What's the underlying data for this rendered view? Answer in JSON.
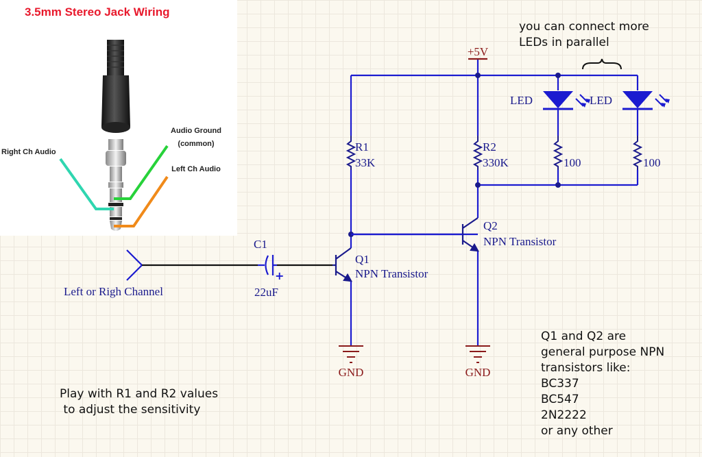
{
  "jack": {
    "title": "3.5mm Stereo Jack Wiring",
    "ground_label": "Audio Ground",
    "ground_sub": "(common)",
    "right_label": "Right Ch Audio",
    "left_label": "Left Ch Audio"
  },
  "colors": {
    "wire": "#1b1bd0",
    "label": "#8a1a1a",
    "part": "#1a1a8c",
    "title": "#e8192c",
    "right_wire": "#2fd6b0",
    "ground_wire": "#27d23a",
    "left_wire": "#f08a1a"
  },
  "schematic": {
    "supply": "+5V",
    "input_label": "Left or Righ Channel",
    "c1": {
      "ref": "C1",
      "value": "22uF",
      "polarity": "+"
    },
    "r1": {
      "ref": "R1",
      "value": "33K"
    },
    "r2": {
      "ref": "R2",
      "value": "330K"
    },
    "q1": {
      "ref": "Q1",
      "type": "NPN Transistor"
    },
    "q2": {
      "ref": "Q2",
      "type": "NPN Transistor"
    },
    "led1": {
      "label": "LED",
      "resistor": "100"
    },
    "led2": {
      "label": "LED",
      "resistor": "100"
    },
    "gnd1": "GND",
    "gnd2": "GND"
  },
  "notes": {
    "parallel": [
      "you can connect more",
      "LEDs in parallel"
    ],
    "sensitivity": [
      "Play with R1 and R2 values",
      " to adjust the sensitivity"
    ],
    "transistors": [
      "Q1 and Q2 are",
      "general purpose NPN",
      "transistors like:",
      "BC337",
      "BC547",
      "2N2222",
      "or any other"
    ]
  }
}
